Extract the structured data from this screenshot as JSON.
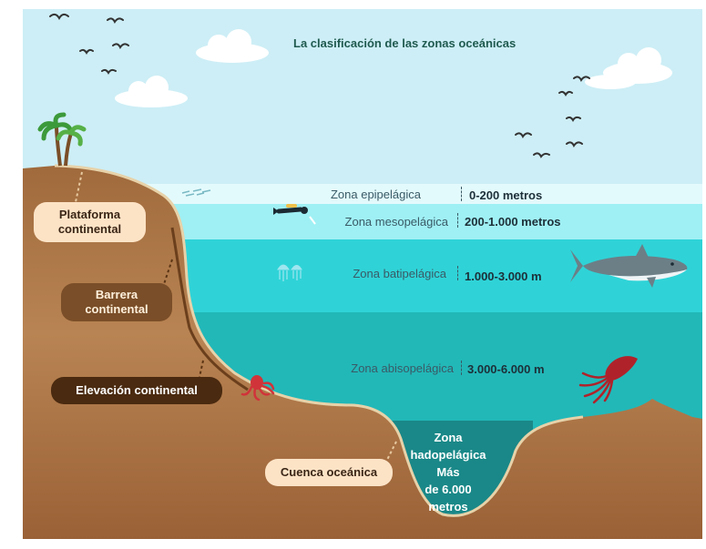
{
  "title": "La clasificación de las zonas oceánicas",
  "zones": [
    {
      "name": "Zona epipelágica",
      "depth": "0-200 metros"
    },
    {
      "name": "Zona mesopelágica",
      "depth": "200-1.000 metros"
    },
    {
      "name": "Zona batipelágica",
      "depth": "1.000-3.000 m"
    },
    {
      "name": "Zona abisopelágica",
      "depth": "3.000-6.000 m"
    }
  ],
  "trench": {
    "line1": "Zona",
    "line2": "hadopelágica",
    "line3": "Más",
    "line4": "de 6.000",
    "line5": "metros"
  },
  "features": {
    "plataforma_line1": "Plataforma",
    "plataforma_line2": "continental",
    "barrera_line1": "Barrera",
    "barrera_line2": "continental",
    "elevacion": "Elevación continental",
    "cuenca": "Cuenca oceánica"
  },
  "colors": {
    "sky": "#cdeef6",
    "epipelagic": "#e3fafc",
    "mesopelagic": "#9ff0f4",
    "bathypelagic": "#2fd3d7",
    "abyssopelagic": "#22b8b8",
    "hadopelagic": "#1a8888",
    "seabed": "#b98453"
  },
  "icons": [
    "bird-icon",
    "cloud-icon",
    "palm-tree-icon",
    "fish-school-icon",
    "diver-icon",
    "jellyfish-icon",
    "shark-icon",
    "octopus-icon",
    "squid-icon"
  ]
}
